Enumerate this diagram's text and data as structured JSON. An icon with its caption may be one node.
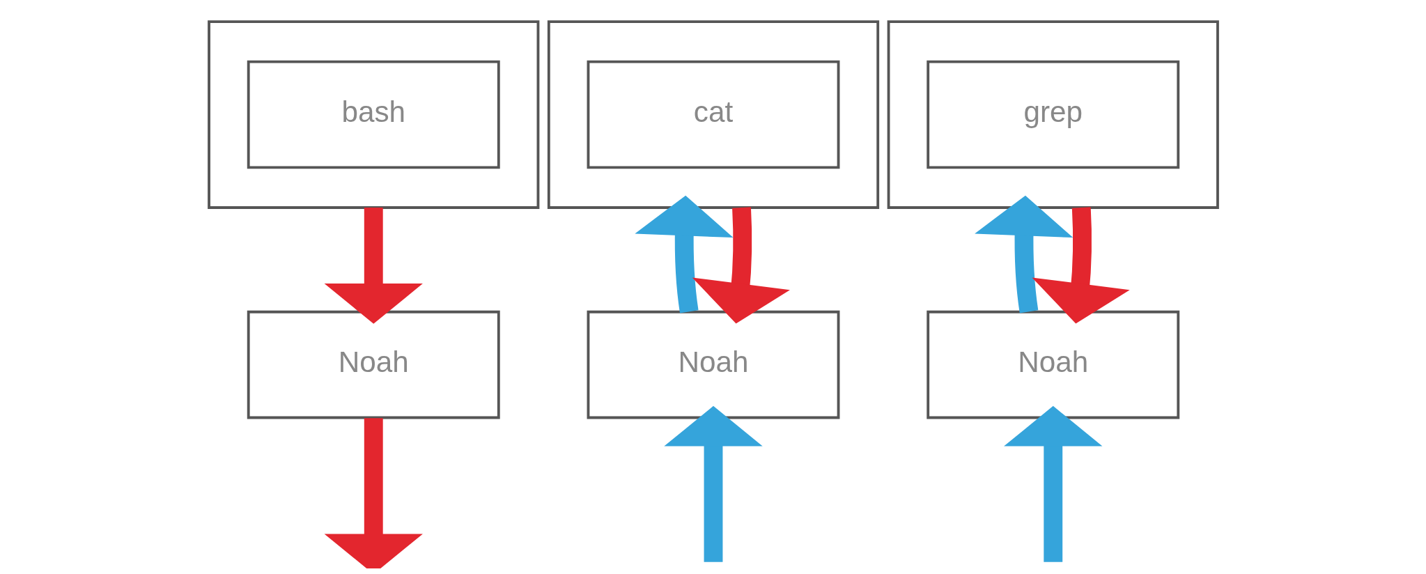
{
  "diagram": {
    "nodes": [
      {
        "text": [],
        "shape": "box"
      },
      {
        "text": [
          "bash"
        ],
        "in": 0
      },
      {
        "text": [],
        "shape": "box"
      },
      {
        "text": [
          "cat"
        ],
        "in": 2
      },
      {
        "text": [],
        "shape": "box"
      },
      {
        "text": [
          "grep"
        ],
        "in": 4
      },
      {
        "text": [
          "Noah"
        ]
      },
      {
        "text": [
          "Noah"
        ]
      },
      {
        "text": [
          "Noah"
        ]
      }
    ],
    "edges": [
      {
        "from": 0,
        "to": 6,
        "arrow": "to",
        "color": "#e3262e"
      },
      {
        "from": 6,
        "to": null,
        "arrow": "to",
        "color": "#e3262e"
      },
      {
        "from": 7,
        "to": 2,
        "arrow": "to",
        "color": "#35a4db"
      },
      {
        "from": 2,
        "to": 7,
        "arrow": "to",
        "color": "#e3262e"
      },
      {
        "from": null,
        "to": 7,
        "arrow": "to",
        "color": "#35a4db"
      },
      {
        "from": 8,
        "to": 4,
        "arrow": "to",
        "color": "#35a4db"
      },
      {
        "from": 4,
        "to": 8,
        "arrow": "to",
        "color": "#e3262e"
      },
      {
        "from": null,
        "to": 8,
        "arrow": "to",
        "color": "#35a4db"
      }
    ]
  }
}
